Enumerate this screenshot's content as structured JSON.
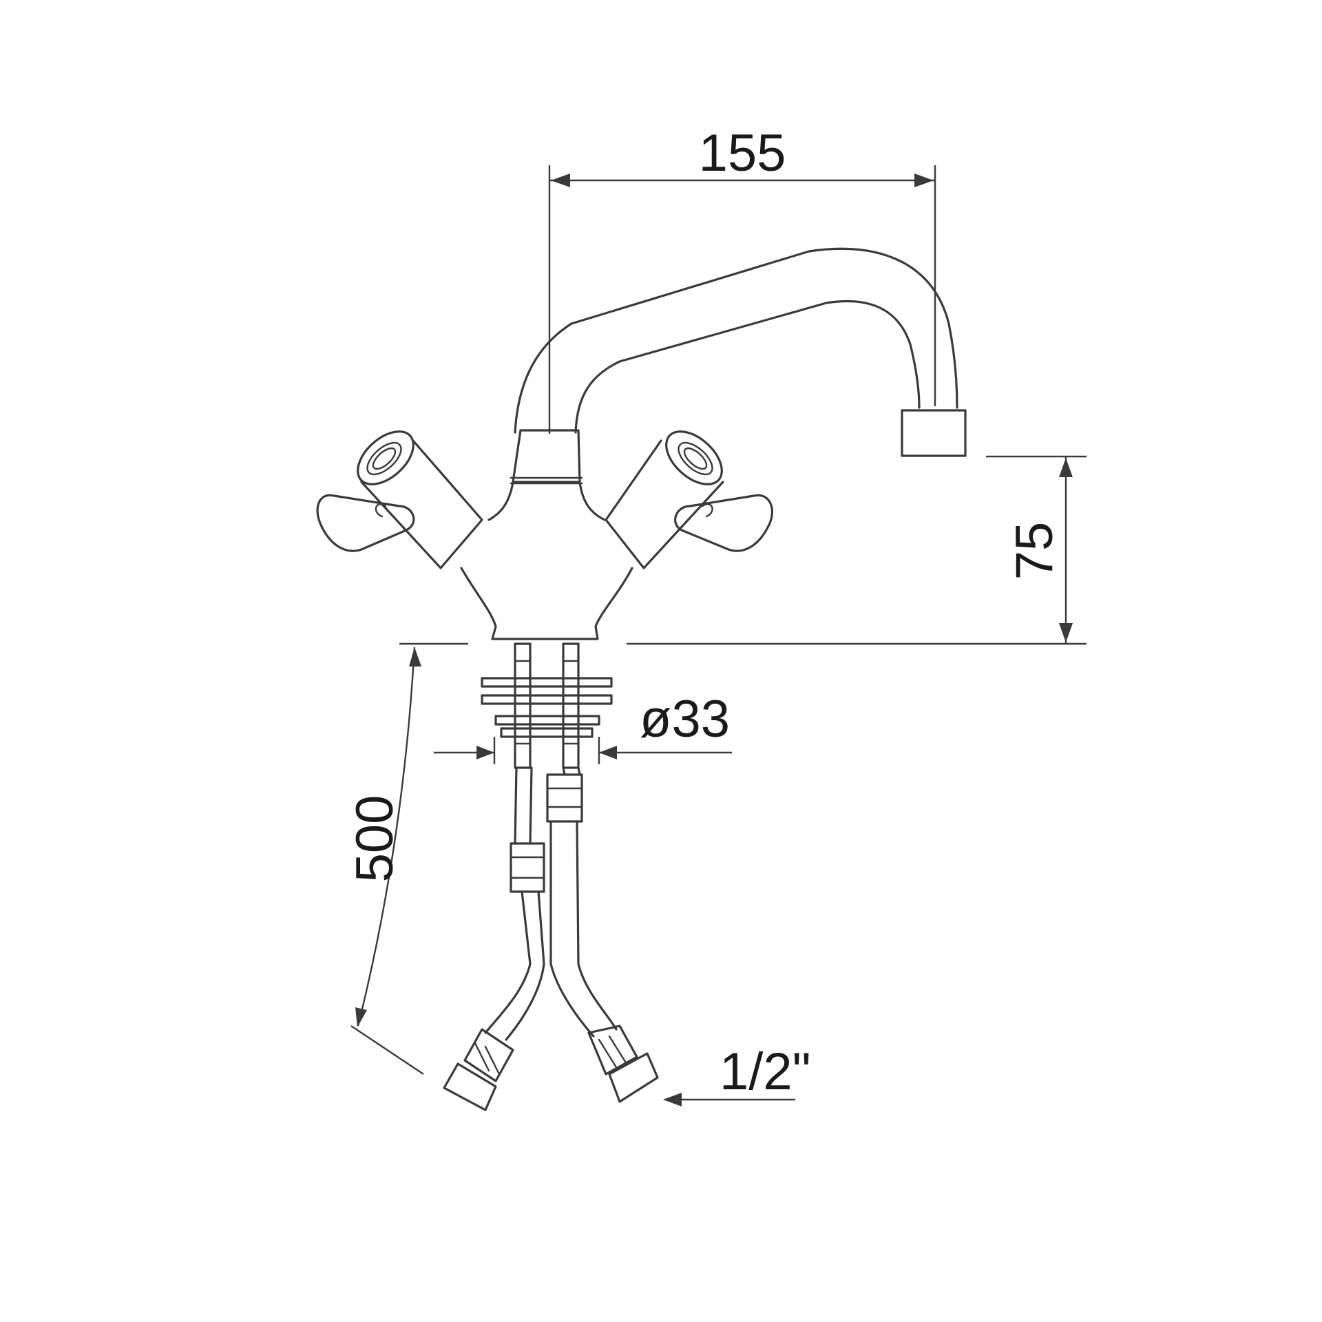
{
  "dimensions": {
    "spout_reach": "155",
    "spout_height": "75",
    "hose_length": "500",
    "mount_diameter": "ø33",
    "connection_size": "1/2\""
  },
  "colors": {
    "line": "#3a3a3a",
    "text": "#1a1a1a",
    "background": "#ffffff"
  }
}
